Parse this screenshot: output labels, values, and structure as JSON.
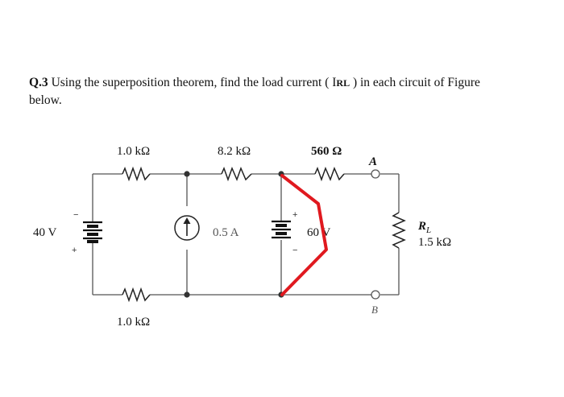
{
  "question": {
    "number": "Q.3",
    "text_before": " Using the superposition theorem, find the load current ( I",
    "subscript": "RL",
    "text_after": " ) in each circuit of Figure",
    "text_line2": "below."
  },
  "circuit": {
    "r1_top": "1.0 kΩ",
    "r2_top": "8.2 kΩ",
    "r3_top": "560 Ω",
    "r_bottom": "1.0 kΩ",
    "v_source1": "40 V",
    "i_source": "0.5 A",
    "v_source2": "60 V",
    "load_name": "R",
    "load_sub": "L",
    "load_value": "1.5 kΩ",
    "node_a": "A",
    "node_b": "B",
    "plus": "+",
    "minus": "−"
  },
  "colors": {
    "annotation": "#e0191f",
    "wire": "#555555"
  }
}
